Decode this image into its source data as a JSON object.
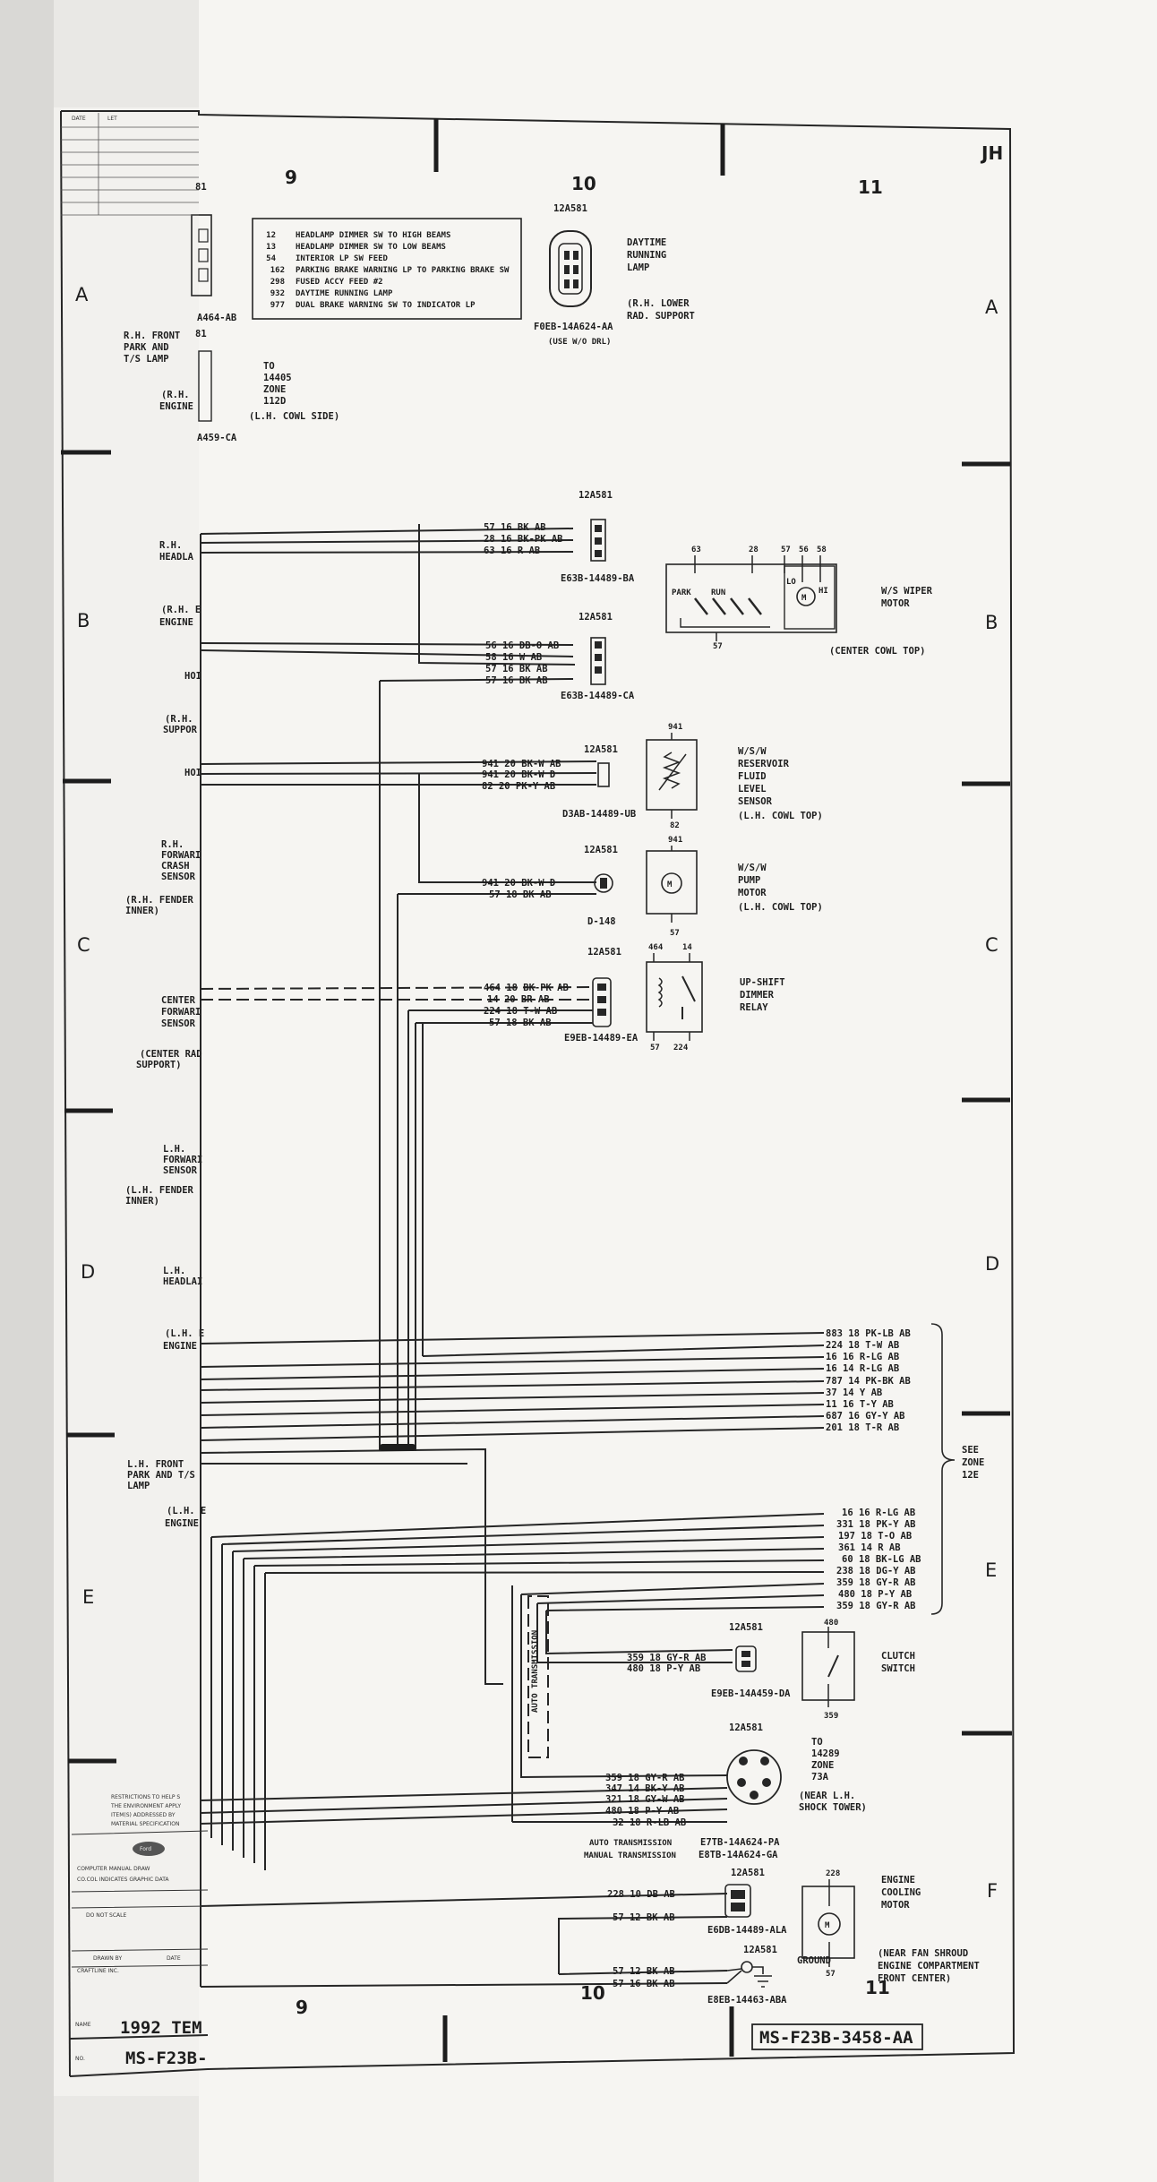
{
  "zones": {
    "columns": [
      "9",
      "10",
      "11"
    ],
    "rows": [
      "A",
      "B",
      "C",
      "D",
      "E",
      "F"
    ]
  },
  "corner_mark": "JH",
  "legend": [
    {
      "num": "12",
      "text": "HEADLAMP DIMMER SW TO HIGH BEAMS"
    },
    {
      "num": "13",
      "text": "HEADLAMP DIMMER SW TO LOW BEAMS"
    },
    {
      "num": "54",
      "text": "INTERIOR LP SW FEED"
    },
    {
      "num": "162",
      "text": "PARKING BRAKE WARNING LP TO PARKING BRAKE SW"
    },
    {
      "num": "298",
      "text": "FUSED ACCY FEED #2"
    },
    {
      "num": "932",
      "text": "DAYTIME RUNNING LAMP"
    },
    {
      "num": "977",
      "text": "DUAL BRAKE WARNING SW TO INDICATOR LP"
    }
  ],
  "drl": {
    "code": "12A581",
    "name": [
      "DAYTIME",
      "RUNNING",
      "LAMP"
    ],
    "loc": [
      "(R.H. LOWER",
      "RAD. SUPPORT"
    ],
    "part": "F0EB-14A624-AA",
    "note": "(USE W/O DRL)"
  },
  "left_labels": {
    "a1": "81",
    "a2": "A464-AB",
    "a3": "81",
    "rh_front_park": [
      "R.H. FRONT",
      "PARK AND",
      "T/S LAMP"
    ],
    "rh_engine_a": [
      "(R.H.",
      "ENGINE"
    ],
    "a459": "A459-CA",
    "rh_headl": [
      "R.H.",
      "HEADLA"
    ],
    "rh_engine_b": [
      "(R.H. E",
      "ENGINE"
    ],
    "ho1": "HOI",
    "rh_suppor": [
      "(R.H.",
      "SUPPOR"
    ],
    "ho2": "HOI",
    "rh_forward": [
      "R.H.",
      "FORWARI",
      "CRASH",
      "SENSOR"
    ],
    "rh_fender": [
      "(R.H. FENDER",
      "INNER)"
    ],
    "center": [
      "CENTER",
      "FORWARI",
      "SENSOR"
    ],
    "center_rad": [
      "(CENTER RAD",
      "SUPPORT)"
    ],
    "lh_forward": [
      "L.H.",
      "FORWARI",
      "SENSOR"
    ],
    "lh_fender": [
      "(L.H. FENDER",
      "INNER)"
    ],
    "lh_headl": [
      "L.H.",
      "HEADLAI"
    ],
    "lh_engine_a": [
      "(L.H. E",
      "ENGINE"
    ],
    "lh_front_park": [
      "L.H. FRONT",
      "PARK AND T/S",
      "LAMP"
    ],
    "lh_engine_b": [
      "(L.H. E",
      "ENGINE"
    ]
  },
  "to_14405": [
    "TO",
    "14405",
    "ZONE",
    "112D"
  ],
  "lh_cowl_side": "(L.H. COWL SIDE)",
  "conn_e63b_ba": {
    "code": "12A581",
    "part": "E63B-14489-BA",
    "wires": [
      "57 16 BK AB",
      "28 16 BK-PK AB",
      "63 16 R AB"
    ]
  },
  "conn_e63b_ca": {
    "code": "12A581",
    "part": "E63B-14489-CA",
    "wires": [
      "56 16 DB-O AB",
      "58 16 W AB",
      "57 16 BK AB",
      "57 16 BK AB"
    ]
  },
  "wiper": {
    "pins": [
      "63",
      "28",
      "57",
      "56",
      "58"
    ],
    "park": "PARK",
    "run": "RUN",
    "lo": "LO",
    "hi": "HI",
    "m": "M",
    "bottom": "57",
    "name": [
      "W/S WIPER",
      "MOTOR"
    ],
    "loc": "(CENTER COWL TOP)"
  },
  "conn_d3ab": {
    "code": "12A581",
    "part": "D3AB-14489-UB",
    "wires": [
      "941 20 BK-W AB",
      "941 20 BK-W D",
      "82 20 PK-Y AB"
    ]
  },
  "reservoir": {
    "top": "941",
    "bottom": "82",
    "name": [
      "W/S/W",
      "RESERVOIR",
      "FLUID",
      "LEVEL",
      "SENSOR"
    ],
    "loc": "(L.H. COWL TOP)"
  },
  "conn_d148": {
    "code": "12A581",
    "part": "D-148",
    "wires": [
      "941 20 BK-W D",
      "57 18 BK AB"
    ]
  },
  "pump": {
    "top": "941",
    "bottom": "57",
    "m": "M",
    "name": [
      "W/S/W",
      "PUMP",
      "MOTOR"
    ],
    "loc": "(L.H. COWL TOP)"
  },
  "conn_e9eb": {
    "code": "12A581",
    "part": "E9EB-14489-EA",
    "wires": [
      "464 18 BK-PK AB",
      "14 20 BR AB",
      "224 18 T-W AB",
      "57 18 BK AB"
    ]
  },
  "relay": {
    "pins_top": [
      "464",
      "14"
    ],
    "pins_bottom": [
      "57",
      "224"
    ],
    "name": [
      "UP-SHIFT",
      "DIMMER",
      "RELAY"
    ]
  },
  "bundle1": [
    "883 18 PK-LB AB",
    "224 18 T-W AB",
    "16 16 R-LG AB",
    "16 14 R-LG AB",
    "787 14 PK-BK AB",
    "37 14 Y AB",
    "11 16 T-Y AB",
    "687 16 GY-Y AB",
    "201 18 T-R AB"
  ],
  "see_zone": [
    "SEE",
    "ZONE",
    "12E"
  ],
  "bundle2": [
    "16 16 R-LG AB",
    "331 18 PK-Y AB",
    "197 18 T-O AB",
    "361 14 R AB",
    "60 18 BK-LG AB",
    "238 18 DG-Y AB",
    "359 18 GY-R AB",
    "480 18 P-Y AB",
    "359 18 GY-R AB"
  ],
  "auto_trans": "AUTO TRANSMISSION",
  "conn_e9eb_da": {
    "code": "12A581",
    "part": "E9EB-14A459-DA",
    "wires": [
      "359 18 GY-R AB",
      "480 18 P-Y AB"
    ]
  },
  "clutch": {
    "top": "480",
    "bottom": "359",
    "name": [
      "CLUTCH",
      "SWITCH"
    ]
  },
  "conn_trans": {
    "code": "12A581",
    "wires": [
      "359 18 GY-R AB",
      "347 14 BK-Y AB",
      "321 18 GY-W AB",
      "480 18 P-Y AB",
      "32 18 R-LB AB"
    ],
    "to": [
      "TO",
      "14289",
      "ZONE",
      "73A"
    ],
    "loc": [
      "(NEAR L.H.",
      "SHOCK TOWER)"
    ],
    "auto_label": "AUTO TRANSMISSION",
    "auto_part": "E7TB-14A624-PA",
    "manual_label": "MANUAL TRANSMISSION",
    "manual_part": "E8TB-14A624-GA"
  },
  "fan": {
    "top": "228",
    "bottom": "57",
    "m": "M",
    "wire": "228 10 DB AB",
    "wire2": "57 12 BK AB",
    "code": "12A581",
    "part": "E6DB-14489-ALA",
    "name": [
      "ENGINE",
      "COOLING",
      "MOTOR"
    ],
    "loc": [
      "(NEAR FAN SHROUD",
      "ENGINE COMPARTMENT",
      "FRONT CENTER)"
    ]
  },
  "ground": {
    "code": "12A581",
    "wires": [
      "57 12 BK AB",
      "57 16 BK AB"
    ],
    "part": "E8EB-14463-ABA",
    "label": "GROUND"
  },
  "title_block": {
    "restrictions": [
      "RESTRICTIONS TO HELP S",
      "THE ENVIRONMENT APPLY",
      "ITEM(S) ADDRESSED BY",
      "MATERIAL SPECIFICATION"
    ],
    "ford": "Ford",
    "computer": "COMPUTER  MANUAL DRAW",
    "cocol": "CO.COL INDICATES GRAPHIC DATA",
    "do_not_scale": "DO NOT SCALE",
    "drawn_by": "DRAWN BY",
    "date": "DATE",
    "craftline": "CRAFTLINE INC.",
    "title": "1992 TEM",
    "number": "MS-F23B-",
    "name_label": "NAME",
    "no_label": "NO.",
    "date_col": "DATE",
    "ltr_col": "LET"
  },
  "drawing_number": "MS-F23B-3458-AA",
  "bottom_zones": [
    "9",
    "10",
    "11"
  ]
}
